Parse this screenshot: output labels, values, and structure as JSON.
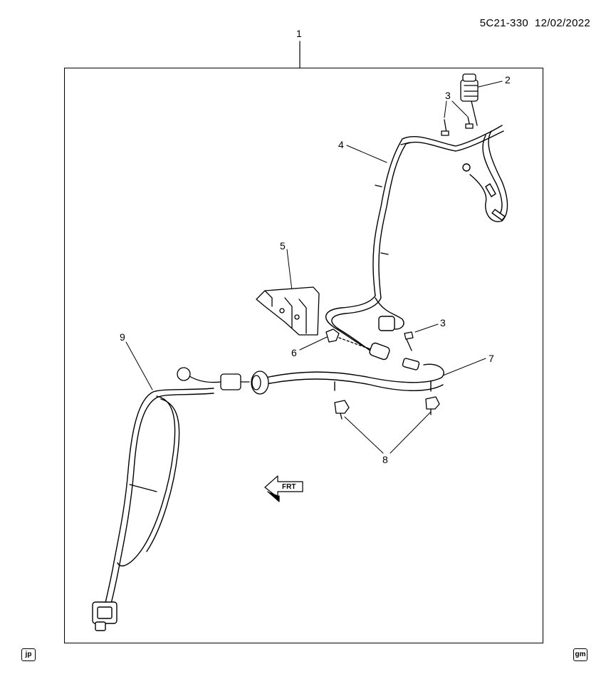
{
  "header": {
    "code": "5C21-330",
    "date": "12/02/2022"
  },
  "frt_arrow_label": "FRT",
  "callouts": {
    "c1": "1",
    "c2": "2",
    "c3a": "3",
    "c3b": "3",
    "c4": "4",
    "c5": "5",
    "c6": "6",
    "c7": "7",
    "c8": "8",
    "c9": "9"
  },
  "badges": {
    "left": "jp",
    "right": "gm"
  }
}
